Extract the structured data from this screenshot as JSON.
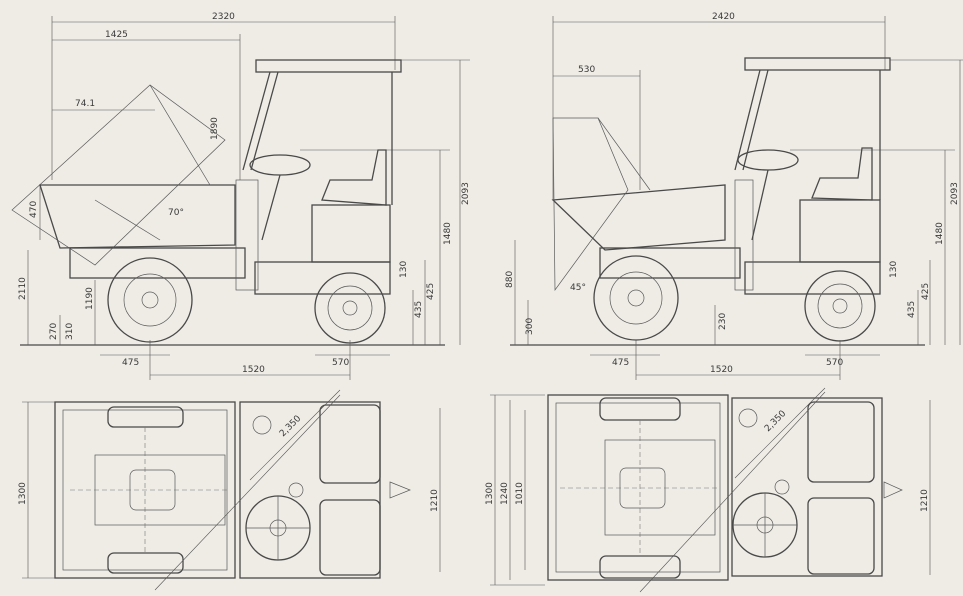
{
  "views": {
    "tipped_side": {
      "overall_length": "2320",
      "dim_top2": "1425",
      "dim_top3": "74.1",
      "dim_skip_h": "1890",
      "dim_left_a": "470",
      "dim_left_b": "2110",
      "dim_left_c": "1190",
      "dim_left_d": "270",
      "dim_left_e": "310",
      "dim_right_a": "2093",
      "dim_right_b": "1480",
      "dim_right_c": "425",
      "dim_right_d": "435",
      "dim_right_e": "130",
      "dim_bottom_a": "475",
      "dim_bottom_b": "570",
      "wheelbase": "1520",
      "angle": "70°"
    },
    "dumped_side": {
      "overall_length": "2420",
      "dim_top2": "530",
      "dim_right_a": "2093",
      "dim_right_b": "1480",
      "dim_right_c": "425",
      "dim_right_d": "435",
      "dim_right_e": "130",
      "dim_left_a": "880",
      "dim_left_b": "300",
      "dim_mid": "230",
      "dim_bottom_a": "475",
      "dim_bottom_b": "570",
      "wheelbase": "1520",
      "angle": "45°"
    },
    "plan_left": {
      "width": "1300",
      "right_width": "1210",
      "turn_radius": "2,350"
    },
    "plan_right": {
      "width_a": "1300",
      "width_b": "1240",
      "width_c": "1010",
      "right_width": "1210",
      "turn_radius": "2,350"
    }
  }
}
